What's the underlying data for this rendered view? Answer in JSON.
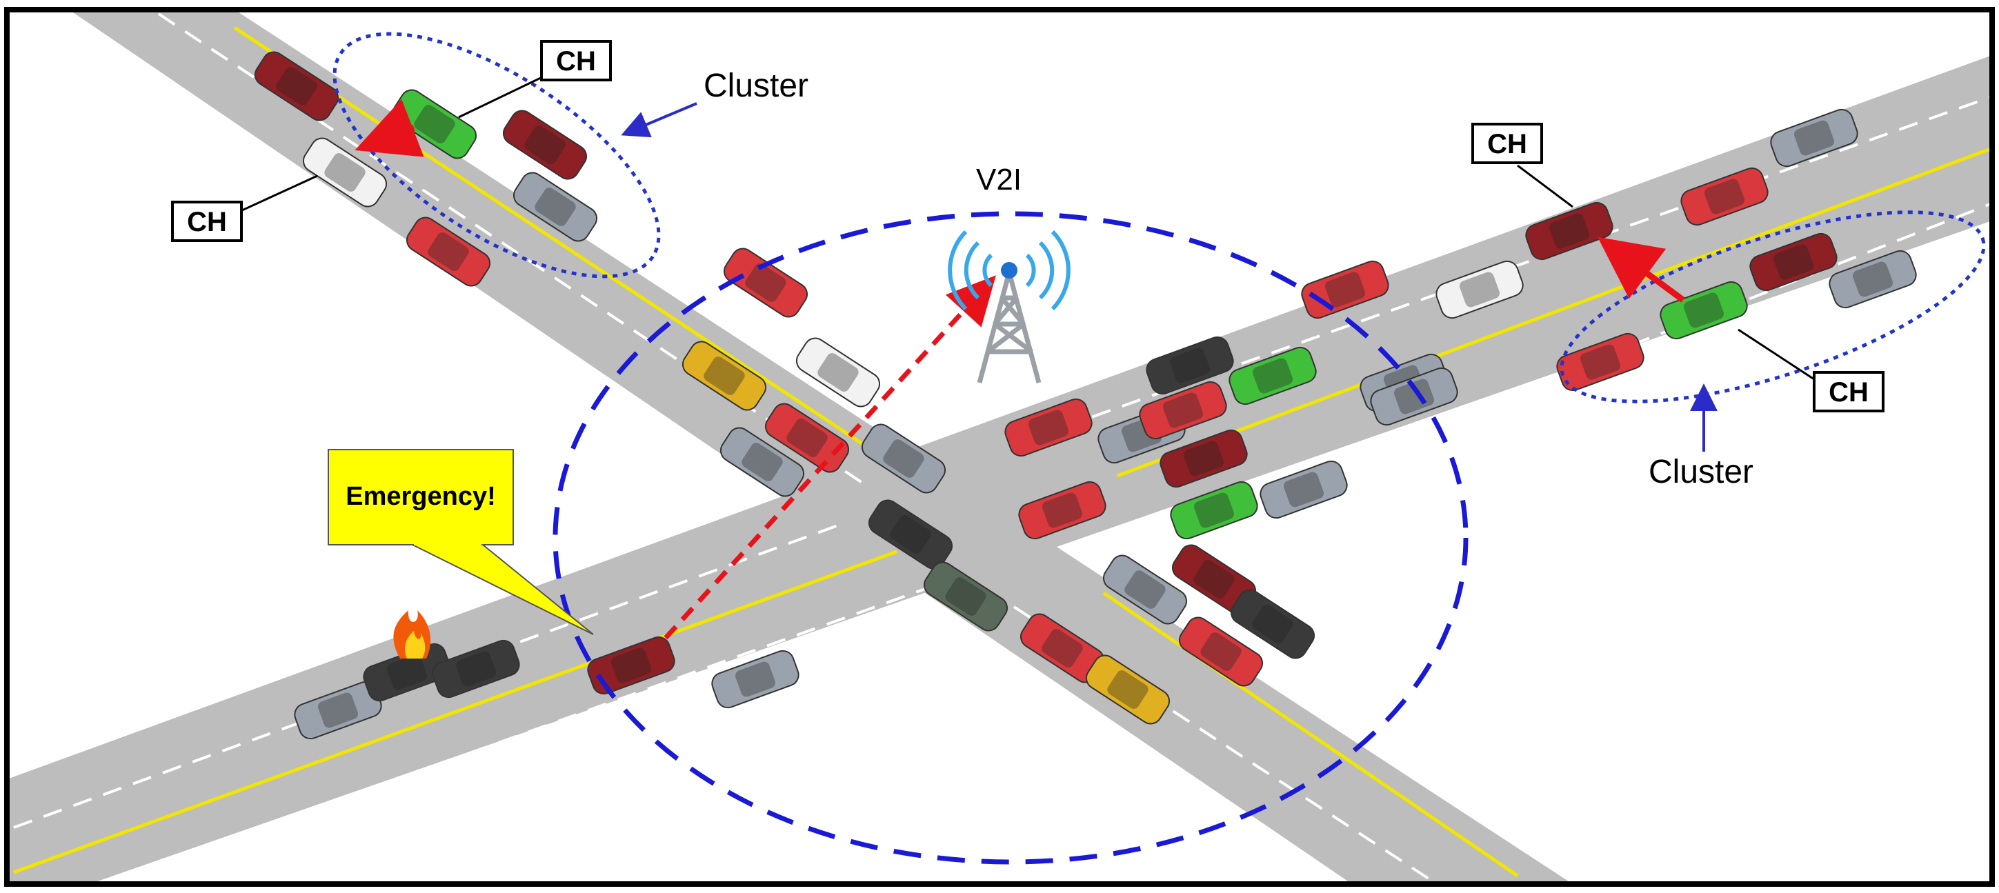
{
  "labels": {
    "ch_top_left": "CH",
    "ch_left": "CH",
    "ch_top_right": "CH",
    "ch_right": "CH",
    "cluster_left": "Cluster",
    "cluster_right": "Cluster",
    "v2i": "V2I",
    "emergency": "Emergency!"
  },
  "colors": {
    "road": "#bdbdbd",
    "center_line": "#f2e600",
    "lane_dash": "#ffffff",
    "coverage_circle": "#1a1ad6",
    "cluster_outline": "#2233cc",
    "pointer_arrow": "#2b2bc8",
    "message_arrow": "#e8131a",
    "callout_fill": "#ffff00",
    "frame": "#000000"
  },
  "vehicle_palette": [
    "#8e1f24",
    "#d9383c",
    "#3fbf3a",
    "#e0b020",
    "#9aa3ad",
    "#3a3a3a",
    "#5a6a5a",
    "#f2f2f2"
  ],
  "icons": {
    "base_station": "antenna-tower-icon",
    "fire": "fire-icon"
  }
}
